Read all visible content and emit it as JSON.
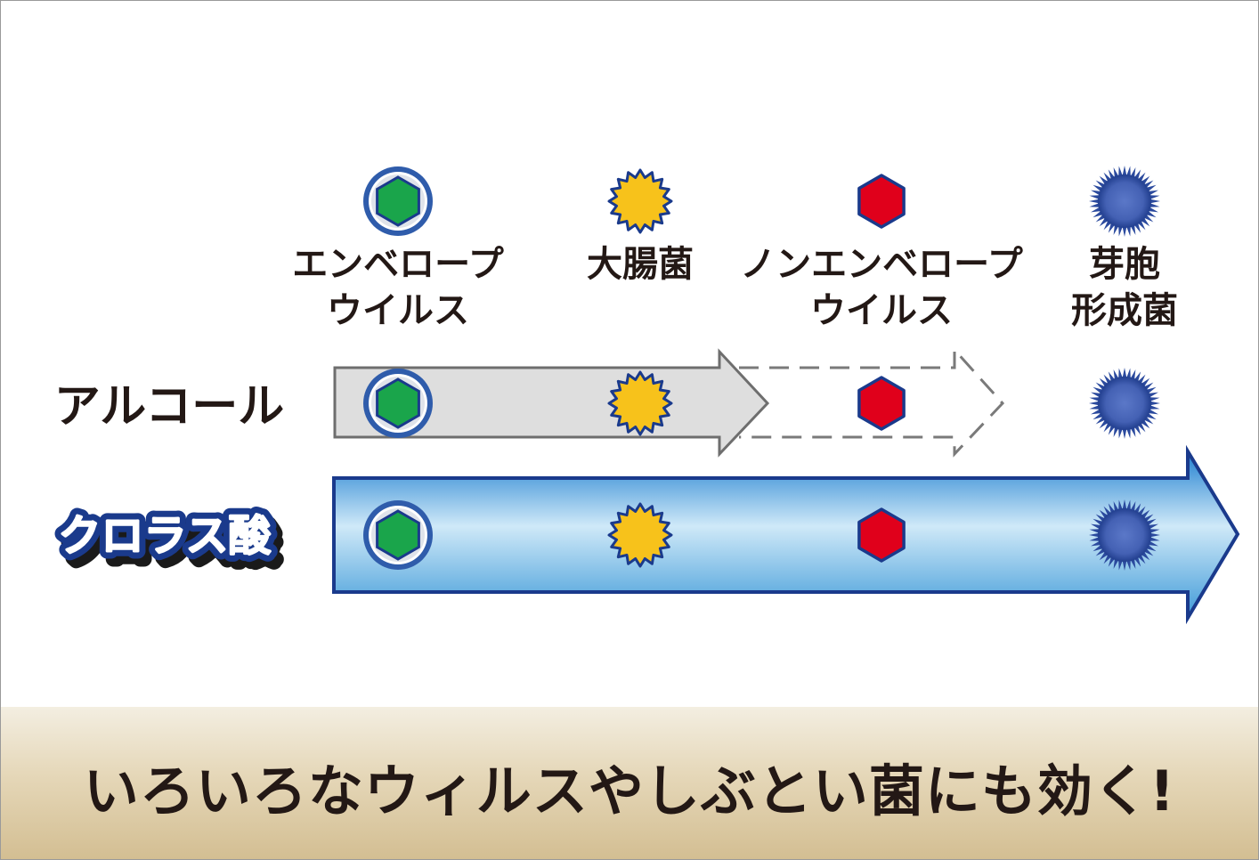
{
  "categories": [
    {
      "id": "envelope",
      "lines": [
        "エンベロープ",
        "ウイルス"
      ],
      "icon": "green-hexagon-icon"
    },
    {
      "id": "ecoli",
      "lines": [
        "大腸菌"
      ],
      "icon": "yellow-starburst-icon"
    },
    {
      "id": "non-envelope",
      "lines": [
        "ノンエンベロープ",
        "ウイルス"
      ],
      "icon": "red-hexagon-icon"
    },
    {
      "id": "spore",
      "lines": [
        "芽胞",
        "形成菌"
      ],
      "icon": "blue-spiky-ball-icon"
    }
  ],
  "rows": {
    "alcohol": {
      "label": "アルコール",
      "effective_count": 2
    },
    "chlorous": {
      "label": "クロラス酸",
      "effective_count": 4
    }
  },
  "banner": {
    "text": "いろいろなウィルスやしぶとい菌にも効く!"
  },
  "colors": {
    "green": "#1aa54b",
    "yellow": "#f7c21b",
    "red": "#e0001b",
    "navy": "#1a3a8c",
    "blue_ring": "#2f5cab",
    "alcohol_arrow": "#dedede",
    "chlorous_arrow_light": "#cfe9f8",
    "chlorous_arrow_dark": "#3f9ad8",
    "banner_text": "#231815"
  }
}
